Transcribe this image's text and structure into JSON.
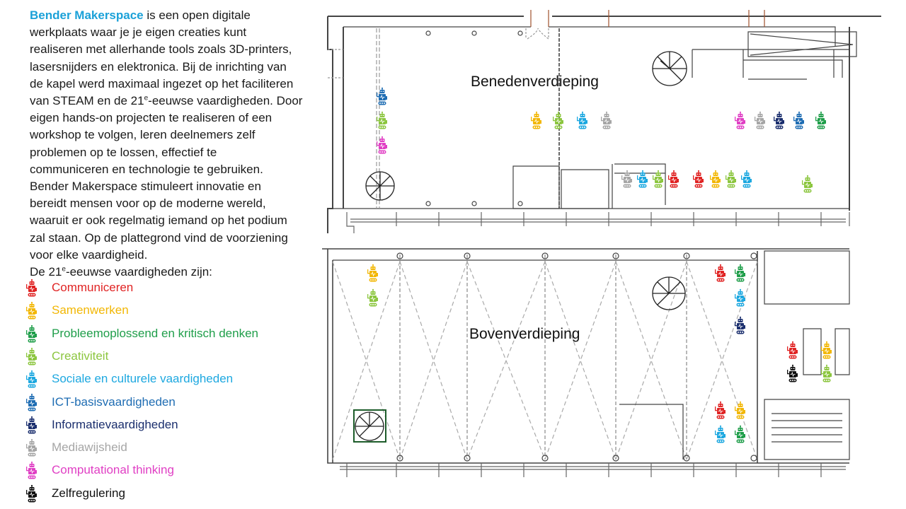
{
  "intro": {
    "brand": "Bender Makerspace",
    "lines": [
      {
        "text": " is een open digitale"
      },
      {
        "text": "werkplaats waar je je eigen creaties kunt"
      },
      {
        "text": "realiseren met allerhande tools zoals 3D-printers,"
      },
      {
        "text": "lasersnijders en elektronica. Bij de inrichting van"
      },
      {
        "text": "de kapel werd maximaal ingezet op het faciliteren"
      },
      {
        "pre": "van STEAM en de 21",
        "sup": "e",
        "post": "-eeuwse vaardigheden. Door"
      },
      {
        "text": "eigen hands-on projecten te realiseren of een"
      },
      {
        "text": "workshop te volgen, leren deelnemers zelf"
      },
      {
        "text": "problemen op te lossen, effectief te"
      },
      {
        "text": "communiceren en technologie te gebruiken."
      },
      {
        "text": "Bender Makerspace stimuleert innovatie en"
      },
      {
        "text": "bereidt mensen voor op de moderne wereld,"
      },
      {
        "text": "waaruit er ook regelmatig iemand op het podium"
      },
      {
        "text": "zal staan. Op de plattegrond vind de voorziening"
      },
      {
        "text": "voor elke vaardigheid."
      },
      {
        "pre": "De 21",
        "sup": "e",
        "post": "-eeuwse vaardigheden zijn:"
      }
    ]
  },
  "legend": [
    {
      "key": "communiceren",
      "label": "Communiceren",
      "color": "#e02424"
    },
    {
      "key": "samenwerken",
      "label": "Samenwerken",
      "color": "#f2b705"
    },
    {
      "key": "probleem",
      "label": "Probleemoplossend en kritisch denken",
      "color": "#1f9e4a"
    },
    {
      "key": "creativiteit",
      "label": "Creativiteit",
      "color": "#8cc63f"
    },
    {
      "key": "sociaal",
      "label": "Sociale en culturele  vaardigheden",
      "color": "#1da8e0"
    },
    {
      "key": "ict",
      "label": "ICT-basisvaardigheden",
      "color": "#1f6db3"
    },
    {
      "key": "informatie",
      "label": "Informatievaardigheden",
      "color": "#1b2f6e"
    },
    {
      "key": "media",
      "label": "Mediawijsheid",
      "color": "#a6a6a6"
    },
    {
      "key": "computational",
      "label": "Computational thinking",
      "color": "#e03fc4"
    },
    {
      "key": "zelfregulering",
      "label": " Zelfregulering",
      "color": "#111111"
    }
  ],
  "plans": {
    "ground_floor": "Benedenverdieping",
    "upper_floor": "Bovenverdieping"
  }
}
